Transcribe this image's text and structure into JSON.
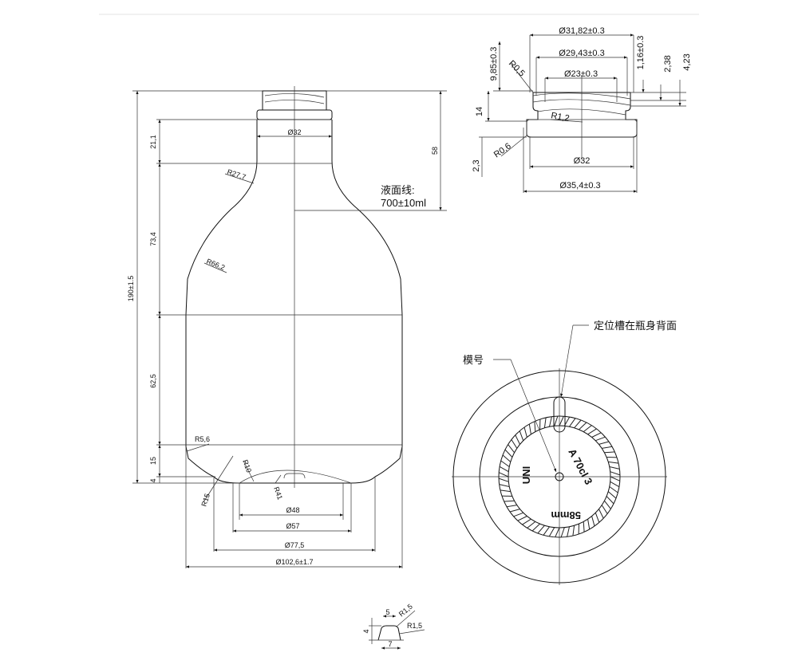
{
  "side_view": {
    "total_height": "190±1.5",
    "height_neck": "21,1",
    "height_shoulder": "73,4",
    "height_body": "62,5",
    "height_heel": "15",
    "height_base": "4",
    "height_fill": "58",
    "neck_diameter": "Ø32",
    "radius_neck": "R27,7",
    "radius_shoulder": "R66,2",
    "radius_heel": "R5,6",
    "radius_base_outer": "R15",
    "radius_base_inner": "R10",
    "radius_punt": "R41",
    "dia_48": "Ø48",
    "dia_57": "Ø57",
    "dia_775": "Ø77,5",
    "dia_body": "Ø102,6±1.7",
    "fill_line_label": "液面线:",
    "fill_line_value": "700±10ml"
  },
  "finish_view": {
    "dia_outer_top": "Ø31,82±0.3",
    "dia_thread": "Ø29,43±0.3",
    "dia_bore": "Ø23±0.3",
    "dia_neck": "Ø32",
    "dia_collar": "Ø35,4±0.3",
    "height_985": "9,85±0.3",
    "height_14": "14",
    "height_23": "2,3",
    "height_116": "1,16±0.3",
    "height_238": "2,38",
    "height_423": "4,23",
    "radius_05": "R0,5",
    "radius_12": "R1,2",
    "radius_06": "R0,6"
  },
  "bottom_view": {
    "label_mold_number": "模号",
    "label_locator": "定位槽在瓶身背面",
    "logo_text": "UNI",
    "code_text": "A 70cl 3",
    "size_text": "58mm"
  },
  "detail_view": {
    "dim_5": "5",
    "dim_4": "4",
    "dim_7": "7",
    "radius_a": "R1,5",
    "radius_b": "R1,5"
  }
}
